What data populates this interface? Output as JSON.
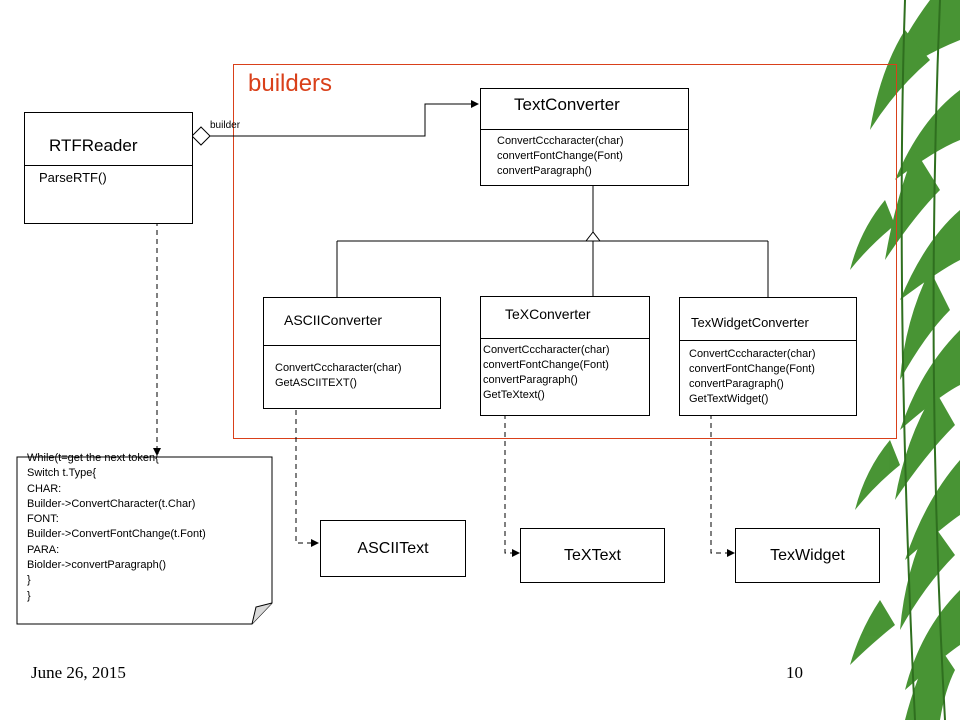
{
  "group_label": "builders",
  "reader": {
    "name": "RTFReader",
    "method": "ParseRTF()",
    "link_label": "builder"
  },
  "text_converter": {
    "name": "TextConverter",
    "methods": [
      "ConvertCccharacter(char)",
      "convertFontChange(Font)",
      "convertParagraph()"
    ]
  },
  "converters": [
    {
      "name": "ASCIIConverter",
      "methods": [
        "ConvertCccharacter(char)",
        "GetASCIITEXT()"
      ]
    },
    {
      "name": "TeXConverter",
      "methods": [
        "ConvertCccharacter(char)",
        "convertFontChange(Font)",
        "convertParagraph()",
        "GetTeXtext()"
      ]
    },
    {
      "name": "TexWidgetConverter",
      "methods": [
        "ConvertCccharacter(char)",
        "convertFontChange(Font)",
        "convertParagraph()",
        "GetTextWidget()"
      ]
    }
  ],
  "note_lines": [
    "While(t=get the next token{",
    "Switch t.Type{",
    "CHAR:",
    "Builder->ConvertCharacter(t.Char)",
    "FONT:",
    "Builder->ConvertFontChange(t.Font)",
    "PARA:",
    "Biolder->convertParagraph()",
    "}",
    "}"
  ],
  "products": [
    "ASCIIText",
    "TeXText",
    "TexWidget"
  ],
  "footer": {
    "date": "June 26, 2015",
    "page": "10"
  },
  "colors": {
    "group_border": "#d9401a",
    "leaf_green": "#3f8f2a"
  }
}
